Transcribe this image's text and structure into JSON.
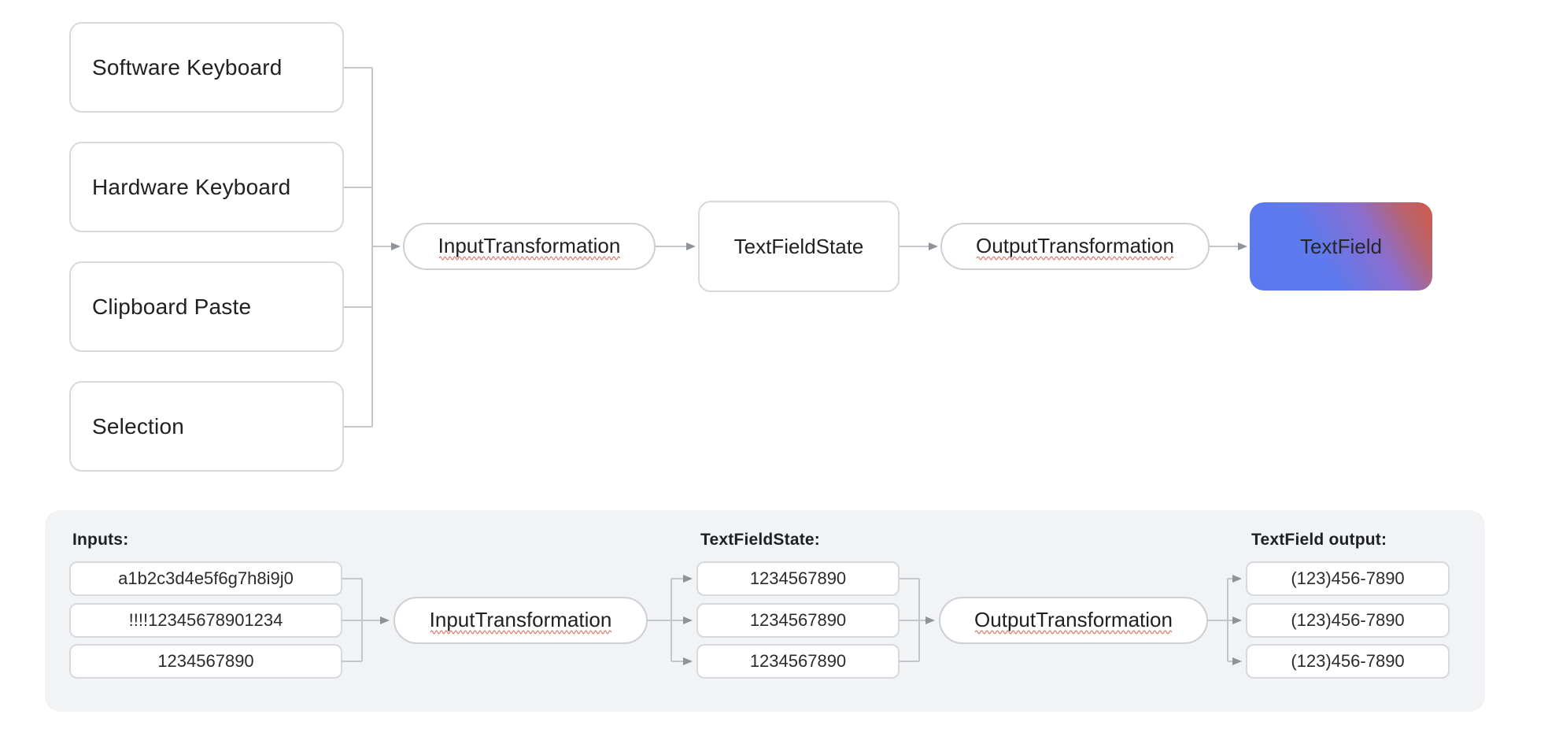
{
  "top_diagram": {
    "sources": [
      {
        "label": "Software Keyboard"
      },
      {
        "label": "Hardware Keyboard"
      },
      {
        "label": "Clipboard Paste"
      },
      {
        "label": "Selection"
      }
    ],
    "input_transformation_label": "InputTransformation",
    "text_field_state_label": "TextFieldState",
    "output_transformation_label": "OutputTransformation",
    "text_field_label": "TextField"
  },
  "bottom_diagram": {
    "inputs_label": "Inputs:",
    "inputs": [
      "a1b2c3d4e5f6g7h8i9j0",
      "!!!!12345678901234",
      "1234567890"
    ],
    "input_transformation_label": "InputTransformation",
    "state_label": "TextFieldState:",
    "states": [
      "1234567890",
      "1234567890",
      "1234567890"
    ],
    "output_transformation_label": "OutputTransformation",
    "output_label": "TextField output:",
    "outputs": [
      "(123)456-7890",
      "(123)456-7890",
      "(123)456-7890"
    ]
  },
  "colors": {
    "text": "#202124",
    "box_border": "#d6d9dd",
    "connector": "#c3c6cb",
    "arrowhead": "#8e939a",
    "panel_background": "#f1f3f4",
    "squiggle_red": "#dc857c",
    "textfield_gradient_blue": "#5d7aee",
    "textfield_gradient_red": "#d05a49"
  }
}
